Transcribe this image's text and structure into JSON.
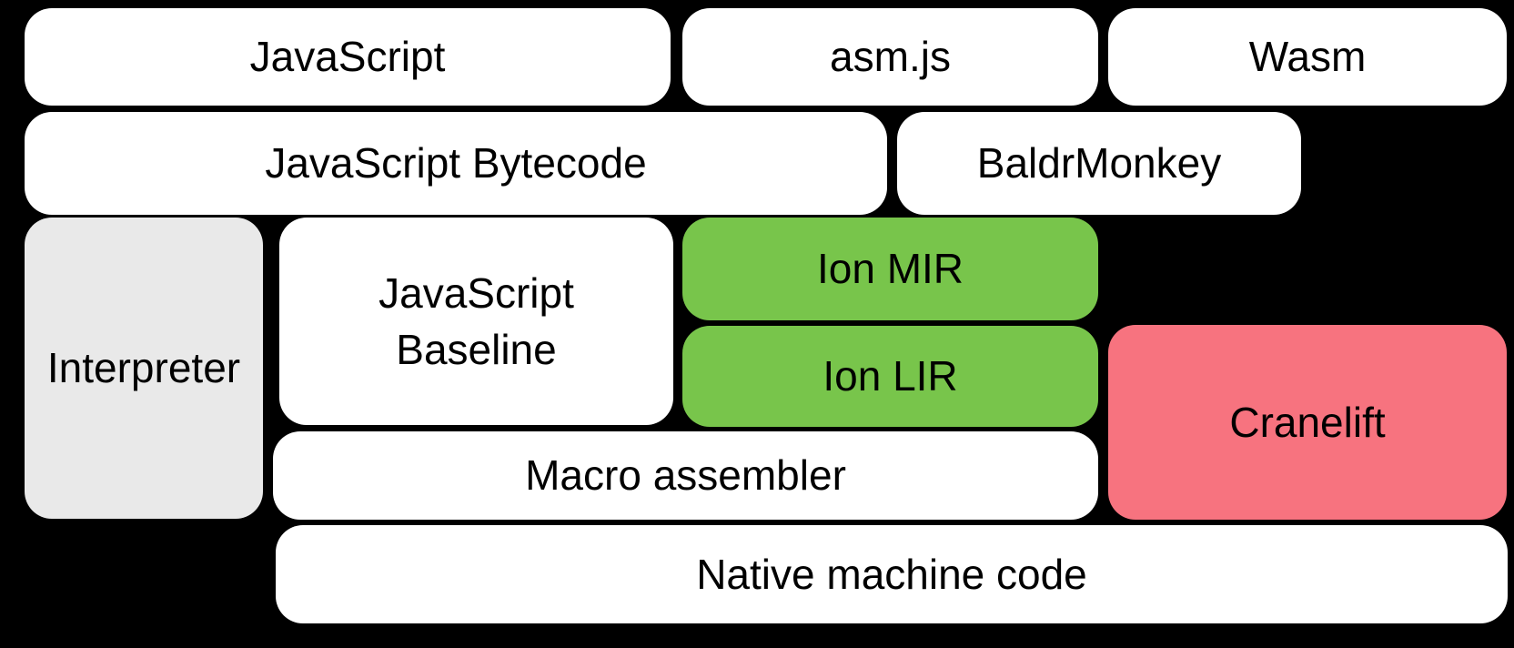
{
  "canvas": {
    "background": "#000000"
  },
  "colors": {
    "white": "#ffffff",
    "gray": "#e9e9e9",
    "green": "#78c54b",
    "pink": "#f7737f",
    "text": "#000000"
  },
  "nodes": {
    "javascript": {
      "label": "JavaScript"
    },
    "asmjs": {
      "label": "asm.js"
    },
    "wasm": {
      "label": "Wasm"
    },
    "bytecode": {
      "label": "JavaScript Bytecode"
    },
    "baldrmonkey": {
      "label": "BaldrMonkey"
    },
    "interpreter": {
      "label": "Interpreter"
    },
    "baseline": {
      "line1": "JavaScript",
      "line2": "Baseline"
    },
    "ionmir": {
      "label": "Ion MIR"
    },
    "ionlir": {
      "label": "Ion LIR"
    },
    "cranelift": {
      "label": "Cranelift"
    },
    "macroasm": {
      "label": "Macro assembler"
    },
    "native": {
      "label": "Native machine code"
    }
  }
}
